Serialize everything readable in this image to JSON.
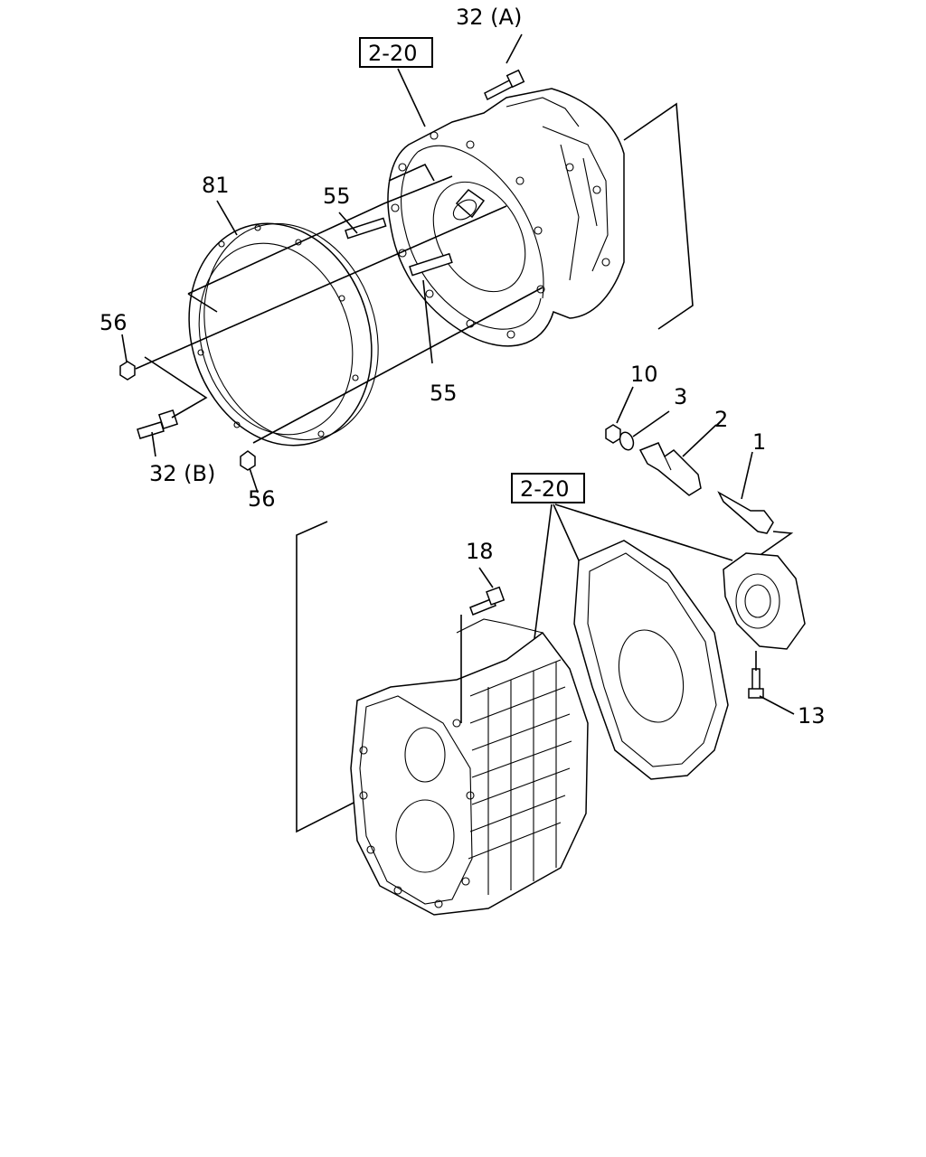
{
  "callouts": {
    "c32a": "32 (A)",
    "c81": "81",
    "c55a": "55",
    "c56a": "56",
    "c55b": "55",
    "c32b": "32 (B)",
    "c56b": "56",
    "c10": "10",
    "c3": "3",
    "c2": "2",
    "c1": "1",
    "c18": "18",
    "c13": "13"
  },
  "references": {
    "ref_top": "2-20",
    "ref_mid": "2-20"
  }
}
